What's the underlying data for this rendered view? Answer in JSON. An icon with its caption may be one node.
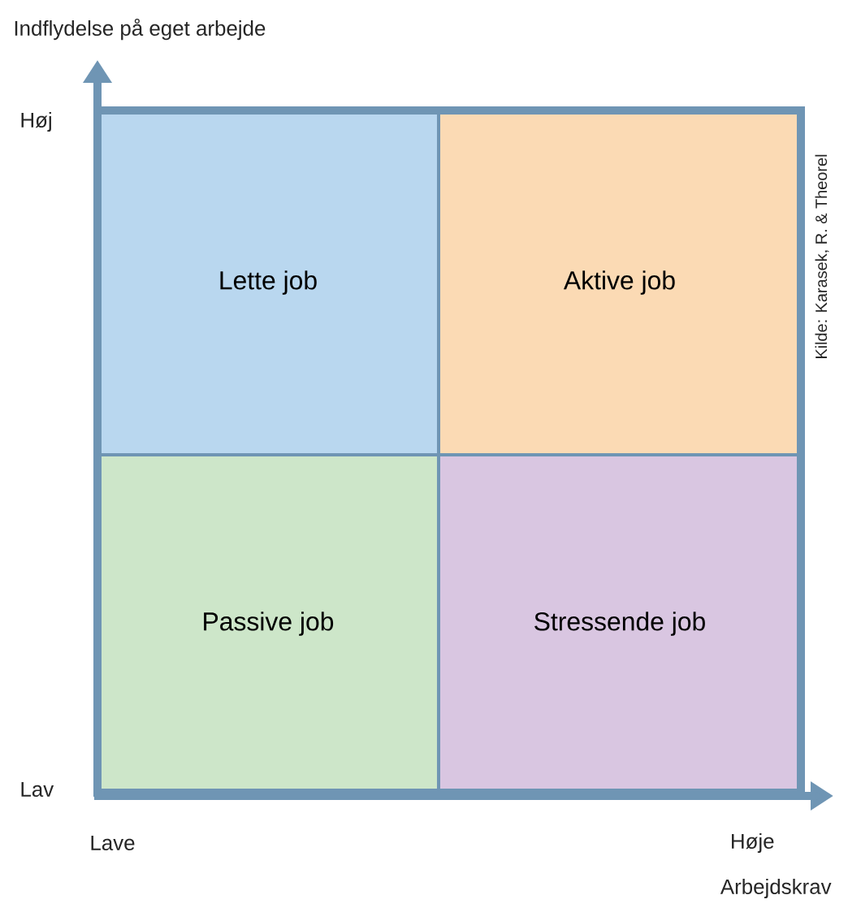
{
  "diagram": {
    "nodes": [
      {
        "text": [
          "Lette job"
        ]
      },
      {
        "text": [
          "Aktive job"
        ]
      },
      {
        "text": [
          "Passive job"
        ]
      },
      {
        "text": [
          "Stressende job"
        ]
      }
    ],
    "labels": [
      "Indflydelse på eget arbejde",
      "Høj",
      "Lav",
      "Lave",
      "Høje",
      "Arbejdskrav",
      "Kilde: Karasek, R. & Theorel"
    ]
  }
}
